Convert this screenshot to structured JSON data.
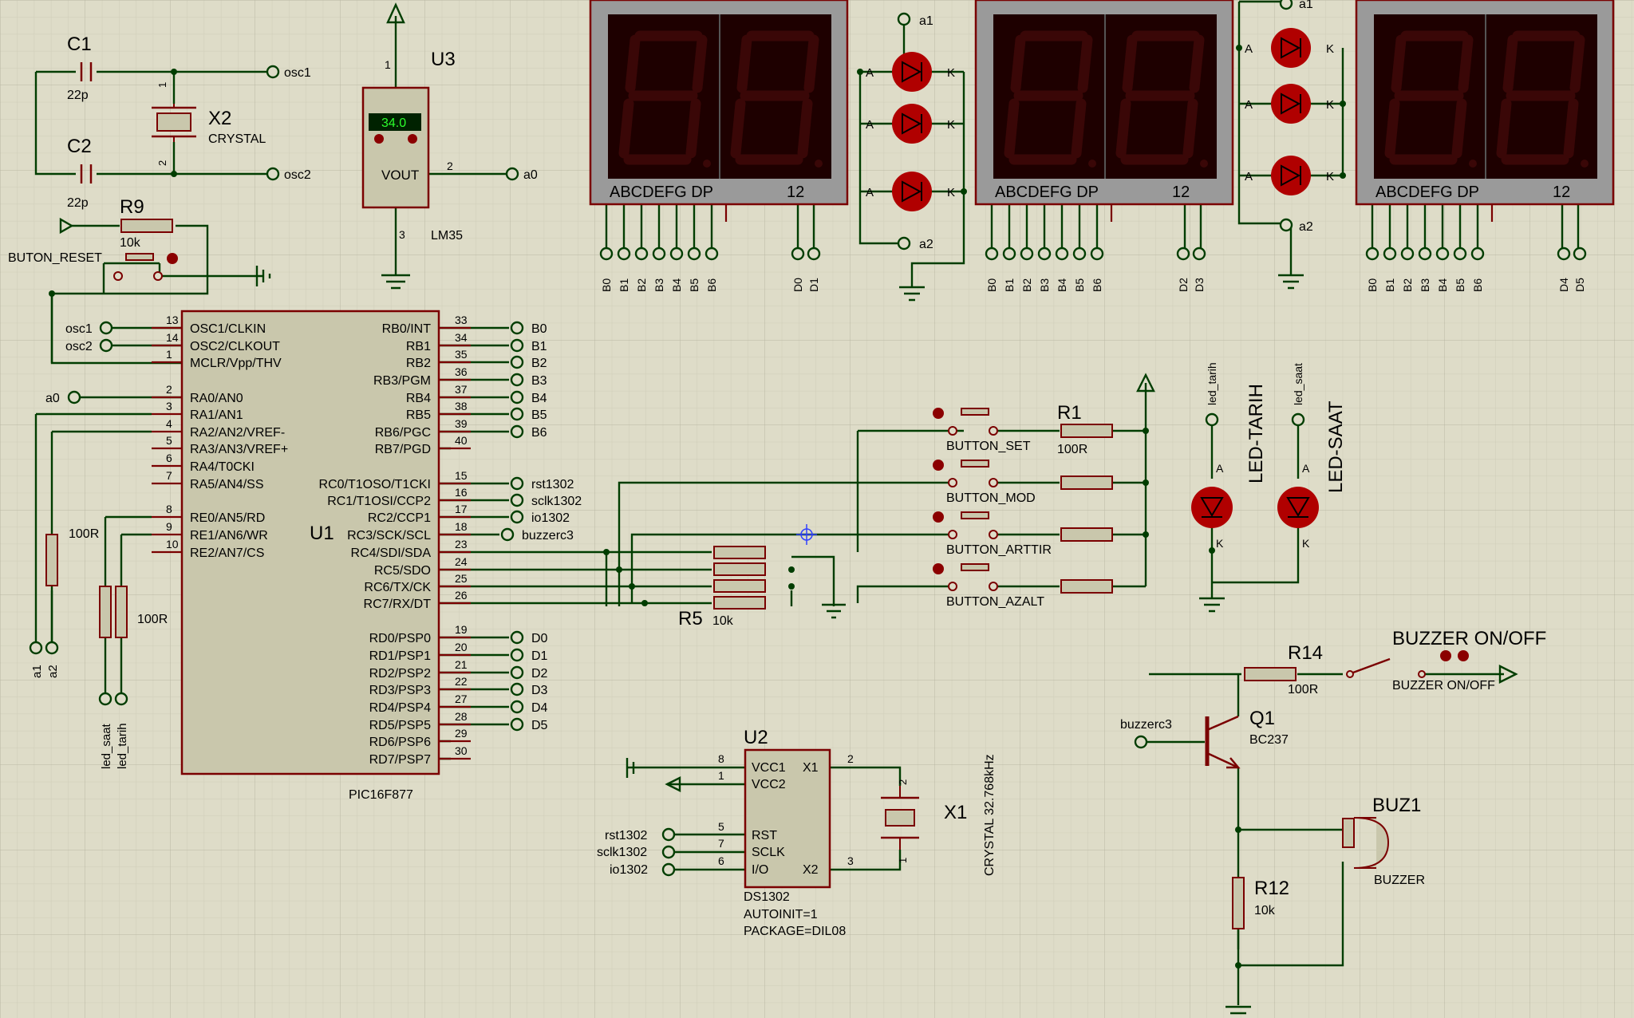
{
  "grid": {
    "minor_color": "#cfcdb8",
    "major_color": "#b9b7a3"
  },
  "colors": {
    "wire": "#003d00",
    "part_body": "#c9c7ac",
    "part_edge": "#7a0000",
    "pin": "#7a0000",
    "pin_end": "#003d00",
    "label": "#000000",
    "display_bg": "#1e0000",
    "segment_off": "#3a0707",
    "display_frame": "#9a9a9a",
    "led": "#b00000"
  },
  "header_pins": [
    "osc1",
    "osc2",
    "a0",
    "a1",
    "a2",
    "B0",
    "B1",
    "B2",
    "B3",
    "B4",
    "B5",
    "B6",
    "D0",
    "D1",
    "D2",
    "D3",
    "D4",
    "D5",
    "rst1302",
    "sclk1302",
    "io1302",
    "buzzerc3",
    "led_saat",
    "led_tarih"
  ],
  "components": {
    "c1": {
      "ref": "C1",
      "value": "22p"
    },
    "c2": {
      "ref": "C2",
      "value": "22p"
    },
    "x2": {
      "ref": "X2",
      "value": "CRYSTAL"
    },
    "r9": {
      "ref": "R9",
      "value": "10k"
    },
    "button_reset": {
      "ref": "BUTON_RESET"
    },
    "u3": {
      "ref": "U3",
      "value": "LM35",
      "display": "34.0",
      "pin_vout": "VOUT",
      "pins": [
        "1",
        "2",
        "3"
      ]
    },
    "u1": {
      "ref": "U1",
      "value": "PIC16F877"
    },
    "r_a1": {
      "value": "100R"
    },
    "r_led": {
      "value": "100R"
    },
    "r1": {
      "ref": "R1",
      "value": "100R"
    },
    "r5": {
      "ref": "R5",
      "value": "10k"
    },
    "u2": {
      "ref": "U2",
      "value": "DS1302",
      "autoinit": "AUTOINIT=1",
      "package": "PACKAGE=DIL08"
    },
    "x1": {
      "ref": "X1",
      "value": "CRYSTAL 32.768kHz"
    },
    "r14": {
      "ref": "R14",
      "value": "100R"
    },
    "q1": {
      "ref": "Q1",
      "value": "BC237"
    },
    "buz1": {
      "ref": "BUZ1",
      "value": "BUZZER"
    },
    "r12": {
      "ref": "R12",
      "value": "10k"
    },
    "buzzer_switch": {
      "ref": "BUZZER ON/OFF",
      "value": "BUZZER ON/OFF"
    },
    "led_tarih": {
      "ref": "LED-TARIH",
      "net": "led_tarih"
    },
    "led_saat": {
      "ref": "LED-SAAT",
      "net": "led_saat"
    }
  },
  "u1_left_pins": [
    {
      "num": "13",
      "name": "OSC1/CLKIN"
    },
    {
      "num": "14",
      "name": "OSC2/CLKOUT"
    },
    {
      "num": "1",
      "name": "MCLR/Vpp/THV"
    },
    {
      "num": "2",
      "name": "RA0/AN0"
    },
    {
      "num": "3",
      "name": "RA1/AN1"
    },
    {
      "num": "4",
      "name": "RA2/AN2/VREF-"
    },
    {
      "num": "5",
      "name": "RA3/AN3/VREF+"
    },
    {
      "num": "6",
      "name": "RA4/T0CKI"
    },
    {
      "num": "7",
      "name": "RA5/AN4/SS"
    },
    {
      "num": "8",
      "name": "RE0/AN5/RD"
    },
    {
      "num": "9",
      "name": "RE1/AN6/WR"
    },
    {
      "num": "10",
      "name": "RE2/AN7/CS"
    }
  ],
  "u1_right_pins": [
    {
      "num": "33",
      "name": "RB0/INT"
    },
    {
      "num": "34",
      "name": "RB1"
    },
    {
      "num": "35",
      "name": "RB2"
    },
    {
      "num": "36",
      "name": "RB3/PGM"
    },
    {
      "num": "37",
      "name": "RB4"
    },
    {
      "num": "38",
      "name": "RB5"
    },
    {
      "num": "39",
      "name": "RB6/PGC"
    },
    {
      "num": "40",
      "name": "RB7/PGD"
    },
    {
      "num": "15",
      "name": "RC0/T1OSO/T1CKI"
    },
    {
      "num": "16",
      "name": "RC1/T1OSI/CCP2"
    },
    {
      "num": "17",
      "name": "RC2/CCP1"
    },
    {
      "num": "18",
      "name": "RC3/SCK/SCL"
    },
    {
      "num": "23",
      "name": "RC4/SDI/SDA"
    },
    {
      "num": "24",
      "name": "RC5/SDO"
    },
    {
      "num": "25",
      "name": "RC6/TX/CK"
    },
    {
      "num": "26",
      "name": "RC7/RX/DT"
    },
    {
      "num": "19",
      "name": "RD0/PSP0"
    },
    {
      "num": "20",
      "name": "RD1/PSP1"
    },
    {
      "num": "21",
      "name": "RD2/PSP2"
    },
    {
      "num": "22",
      "name": "RD3/PSP3"
    },
    {
      "num": "27",
      "name": "RD4/PSP4"
    },
    {
      "num": "28",
      "name": "RD5/PSP5"
    },
    {
      "num": "29",
      "name": "RD6/PSP6"
    },
    {
      "num": "30",
      "name": "RD7/PSP7"
    }
  ],
  "u2_pins": {
    "vcc1": {
      "num": "8",
      "name": "VCC1"
    },
    "vcc2": {
      "num": "1",
      "name": "VCC2"
    },
    "rst": {
      "num": "5",
      "name": "RST"
    },
    "sclk": {
      "num": "7",
      "name": "SCLK"
    },
    "io": {
      "num": "6",
      "name": "I/O"
    },
    "x1": {
      "num": "2",
      "name": "X1"
    },
    "x2": {
      "num": "3",
      "name": "X2"
    }
  },
  "crystal_pins": {
    "top": "2",
    "bottom": "1"
  },
  "displays": [
    {
      "seg_label": "ABCDEFG  DP",
      "digit_label": "12",
      "nets": [
        "B0",
        "B1",
        "B2",
        "B3",
        "B4",
        "B5",
        "B6"
      ],
      "digit_nets": [
        "D0",
        "D1"
      ]
    },
    {
      "seg_label": "ABCDEFG  DP",
      "digit_label": "12",
      "nets": [
        "B0",
        "B1",
        "B2",
        "B3",
        "B4",
        "B5",
        "B6"
      ],
      "digit_nets": [
        "D2",
        "D3"
      ]
    },
    {
      "seg_label": "ABCDEFG  DP",
      "digit_label": "12",
      "nets": [
        "B0",
        "B1",
        "B2",
        "B3",
        "B4",
        "B5",
        "B6"
      ],
      "digit_nets": [
        "D4",
        "D5"
      ]
    }
  ],
  "diode_pins": {
    "anode": "A",
    "cathode": "K"
  },
  "buttons": [
    "BUTTON_SET",
    "BUTTON_MOD",
    "BUTTON_ARTTIR",
    "BUTTON_AZALT"
  ]
}
